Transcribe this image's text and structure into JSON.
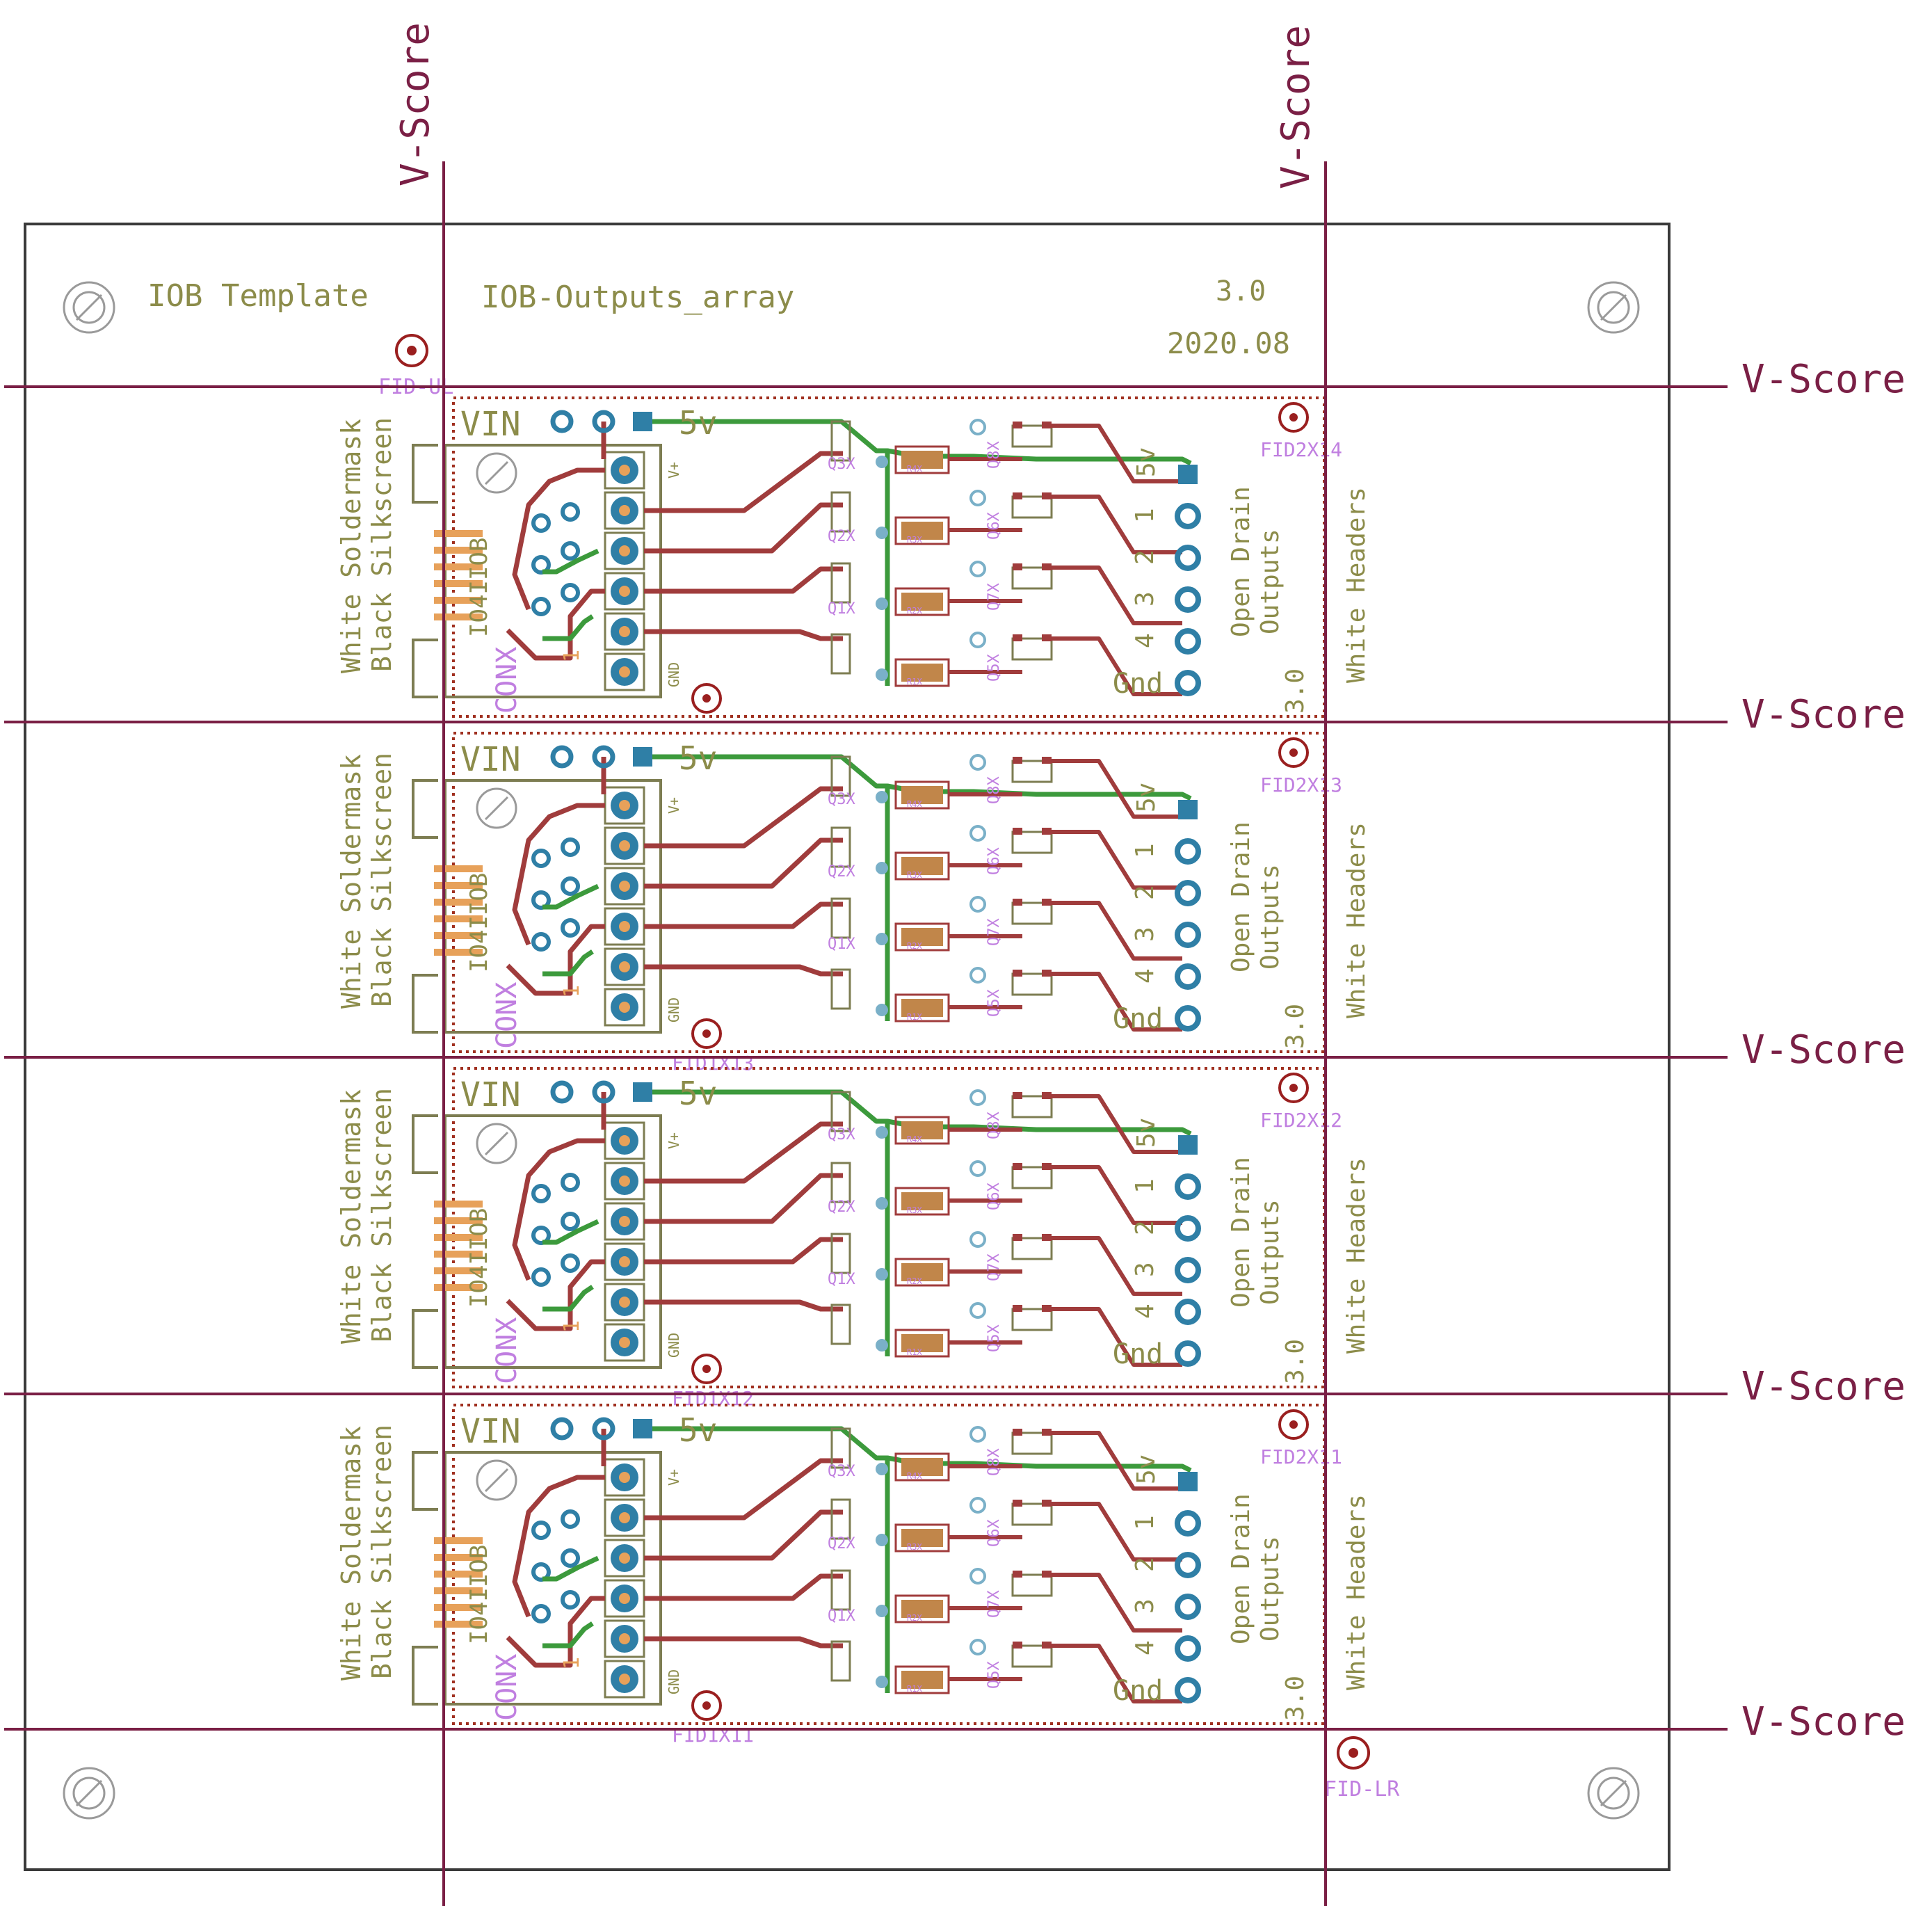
{
  "colors": {
    "background": "#ffffff",
    "outline": "#3a3a3a",
    "vscore": "#7a1f45",
    "silk_text": "#8c8c4a",
    "silk_lines": "#7d7d52",
    "copper_red": "#a03c3c",
    "copper_green": "#3c9a3c",
    "pad_blue": "#2f7fa6",
    "pad_orange": "#e7a15a",
    "purple_label": "#c07fe0",
    "keepout_cyan": "#8ccfd6",
    "via_ring": "#9a1f1f",
    "dotted_outline": "#a03020"
  },
  "panel": {
    "title": "IOB Template",
    "board_name": "IOB-Outputs_array",
    "version": "3.0",
    "date": "2020.08",
    "vscore_label": "V-Score",
    "fid_ul": "FID-UL",
    "fid_lr": "FID-LR"
  },
  "boards": [
    {
      "suffix": "14",
      "fid2": "FID2X14",
      "fid1": ""
    },
    {
      "suffix": "13",
      "fid2": "FID2X13",
      "fid1": "FID1X13"
    },
    {
      "suffix": "12",
      "fid2": "FID2X12",
      "fid1": "FID1X12"
    },
    {
      "suffix": "11",
      "fid2": "FID2X11",
      "fid1": "FID1X11"
    }
  ],
  "board_text": {
    "vin": "VIN",
    "fivev_top": "5v",
    "fivev_right": "5v",
    "gnd": "Gnd",
    "out_numbers": [
      "1",
      "2",
      "3",
      "4"
    ],
    "open_drain_line1": "Open Drain",
    "open_drain_line2": "Outputs",
    "white_headers": "White Headers",
    "board_version": "3.0",
    "soldermask_line1": "White Soldermask",
    "soldermask_line2": "Black Silkscreen",
    "conn_label": "IO4IIOB",
    "conx_prefix": "CONX",
    "vplus": "V+",
    "gnd_small": "GND",
    "pin1": "1",
    "q_labels": [
      "Q3X",
      "Q2X",
      "Q1X"
    ],
    "r_labels": [
      "R4X",
      "R3X",
      "R2X",
      "R1X"
    ],
    "d_labels": [
      "Q8X",
      "Q6X",
      "Q7X",
      "Q5X"
    ]
  }
}
